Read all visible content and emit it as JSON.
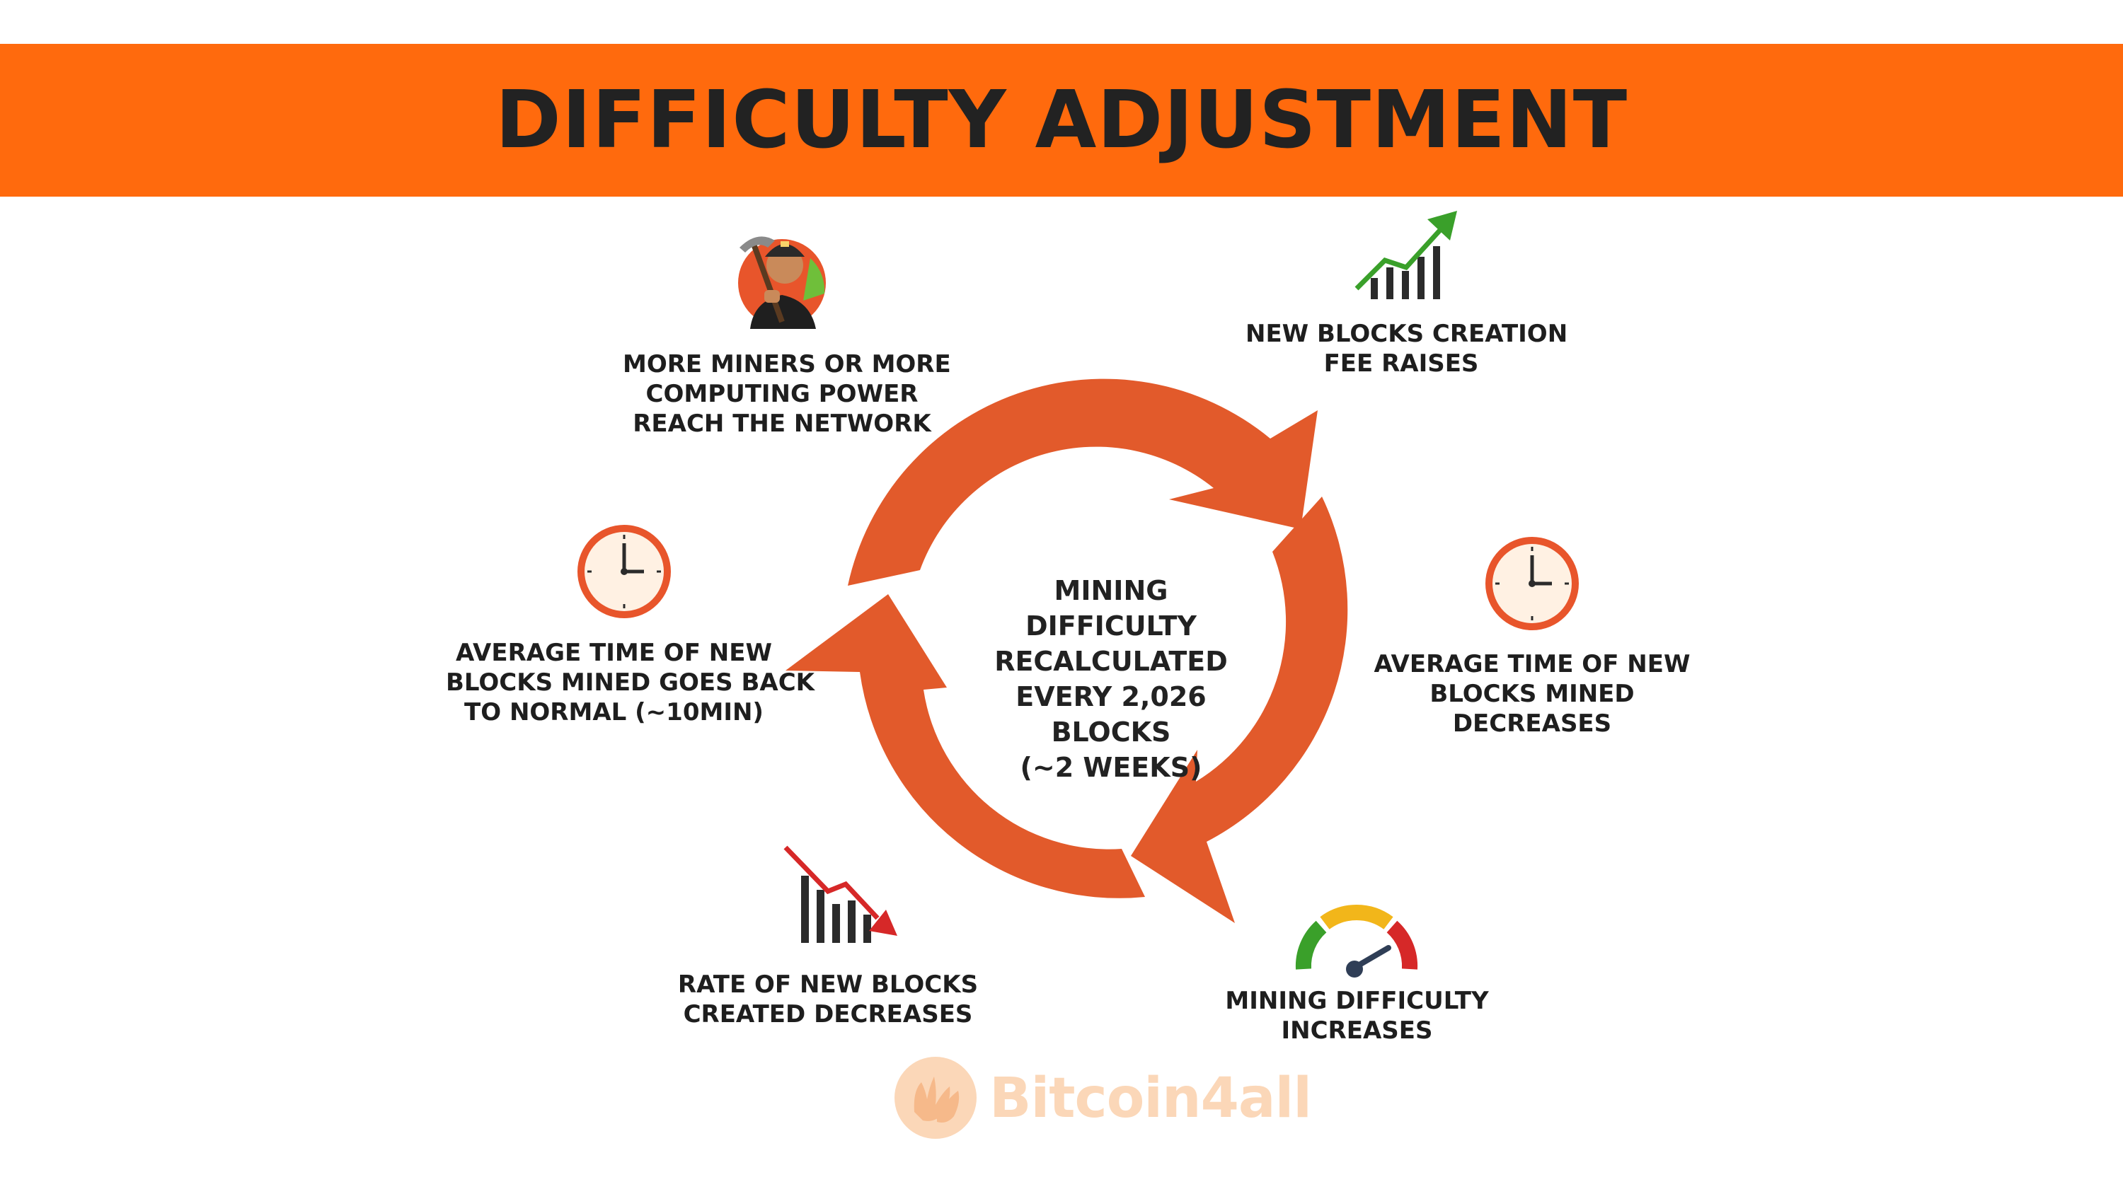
{
  "header": {
    "title": "DIFFICULTY ADJUSTMENT"
  },
  "center": {
    "lines": [
      "MINING DIFFICULTY",
      "RECALCULATED",
      "EVERY 2,026 BLOCKS",
      "(~2 WEEKS)"
    ]
  },
  "steps": {
    "miners": {
      "lines": [
        "MORE MINERS OR MORE",
        "COMPUTING POWER",
        "REACH THE NETWORK"
      ],
      "icon": "miner-icon"
    },
    "fee": {
      "lines": [
        "NEW BLOCKS CREATION",
        "FEE RAISES"
      ],
      "icon": "chart-up-icon"
    },
    "time_decreases": {
      "lines": [
        "AVERAGE TIME OF NEW",
        "BLOCKS MINED",
        "DECREASES"
      ],
      "icon": "clock-icon"
    },
    "difficulty_increases": {
      "lines": [
        "MINING DIFFICULTY",
        "INCREASES"
      ],
      "icon": "gauge-icon"
    },
    "rate_decreases": {
      "lines": [
        "RATE OF NEW BLOCKS",
        "CREATED DECREASES"
      ],
      "icon": "chart-down-icon"
    },
    "time_normal": {
      "lines": [
        "AVERAGE TIME OF NEW",
        "BLOCKS MINED GOES BACK",
        "TO NORMAL (~10MIN)"
      ],
      "icon": "clock-icon"
    }
  },
  "watermark": {
    "text": "Bitcoin4all",
    "icon": "hands-logo-icon"
  },
  "colors": {
    "banner": "#ff6a0d",
    "cycle": "#e25a2b",
    "up_arrow": "#3aa02a",
    "down_arrow": "#d62828",
    "clock": "#e8552b"
  }
}
